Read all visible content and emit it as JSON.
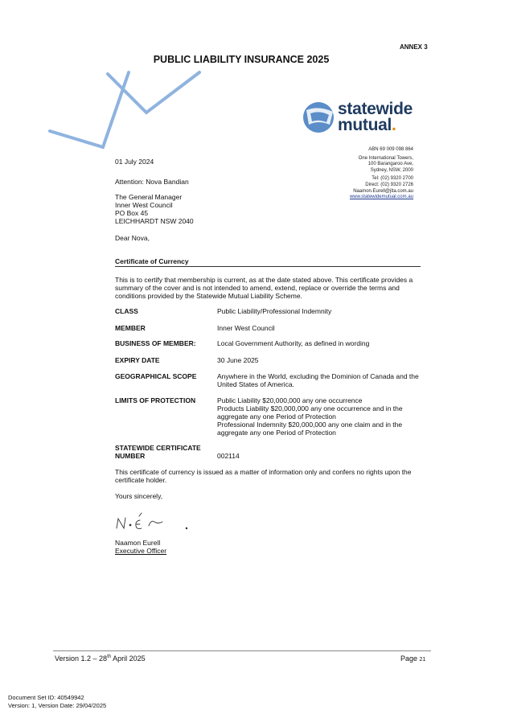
{
  "header": {
    "annex": "ANNEX 3",
    "title": "PUBLIC LIABILITY INSURANCE 2025"
  },
  "logo": {
    "line1": "statewide",
    "line2": "mutual",
    "dot": ".",
    "brand_color": "#1f3a5f",
    "accent_color": "#e08a00",
    "icon_color": "#5b8dc8"
  },
  "sender": {
    "abn": "ABN   69 009 098 864",
    "address_lines": [
      "One International Towers,",
      "100 Barangaroo Ave,",
      "Sydney, NSW, 2000"
    ],
    "tel": "Tel: (02) 9320 2700",
    "direct": "Direct: (02) 9320 2726",
    "email": "Naamon.Eurell@jlta.com.au",
    "web": "www.statewidemutual.com.au"
  },
  "letter": {
    "date": "01 July 2024",
    "attention": "Attention: Nova Bandian",
    "recipient_lines": [
      "The General Manager",
      "Inner West Council",
      "PO Box 45",
      "LEICHHARDT NSW 2040"
    ],
    "salutation": "Dear Nova,",
    "cert_heading": "Certificate of Currency",
    "intro": "This is to certify that membership is current, as at the date stated above. This certificate provides a summary of the cover and is not intended to amend, extend, replace or override the terms and conditions provided by the Statewide Mutual Liability Scheme.",
    "details": [
      {
        "label": "CLASS",
        "value": "Public Liability/Professional Indemnity"
      },
      {
        "label": "MEMBER",
        "value": "Inner West Council"
      },
      {
        "label": "BUSINESS OF MEMBER:",
        "value": "Local Government Authority, as defined in wording"
      },
      {
        "label": "EXPIRY DATE",
        "value": "30 June 2025"
      },
      {
        "label": "GEOGRAPHICAL SCOPE",
        "value": "Anywhere in the World, excluding the Dominion of Canada and the United States of America."
      },
      {
        "label": "LIMITS OF PROTECTION",
        "value": "Public Liability $20,000,000 any one occurrence\nProducts Liability $20,000,000 any one occurrence and in the aggregate any one Period of Protection\nProfessional Indemnity $20,000,000 any one claim and in the aggregate any one Period of Protection"
      },
      {
        "label": "STATEWIDE CERTIFICATE NUMBER",
        "value": "002114"
      }
    ],
    "closing": "This certificate of currency is issued as a matter of information only and confers no rights upon the certificate holder.",
    "sign_off": "Yours sincerely,",
    "signatory_name": "Naamon Eurell",
    "signatory_title": "Executive Officer"
  },
  "footer": {
    "version_prefix": "Version 1.2 – 28",
    "version_sup": "th",
    "version_suffix": " April 2025",
    "page_label": "Page ",
    "page_number": "21",
    "docset_id": "Document Set ID: 40549942",
    "docset_version": "Version: 1, Version Date: 29/04/2025"
  }
}
